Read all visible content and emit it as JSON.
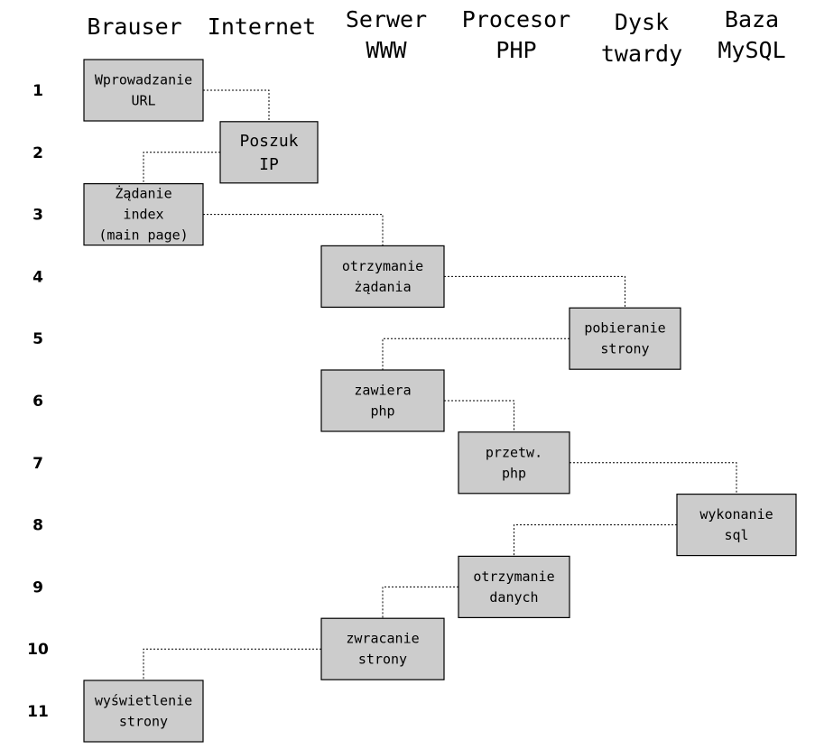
{
  "columns": [
    {
      "id": "browser",
      "label": "Brauser"
    },
    {
      "id": "internet",
      "label": "Internet"
    },
    {
      "id": "www",
      "label": "Serwer WWW",
      "lines": [
        "Serwer",
        "WWW"
      ]
    },
    {
      "id": "php",
      "label": "Procesor PHP",
      "lines": [
        "Procesor",
        "PHP"
      ]
    },
    {
      "id": "disk",
      "label": "Dysk twardy",
      "lines": [
        "Dysk",
        "twardy"
      ]
    },
    {
      "id": "mysql",
      "label": "Baza MySQL",
      "lines": [
        "Baza",
        "MySQL"
      ]
    }
  ],
  "rows": [
    "1",
    "2",
    "3",
    "4",
    "5",
    "6",
    "7",
    "8",
    "9",
    "10",
    "11"
  ],
  "steps": [
    {
      "row": "1",
      "column": "browser",
      "lines": [
        "Wprowadzanie",
        "URL"
      ]
    },
    {
      "row": "2",
      "column": "internet",
      "lines": [
        "Poszuk",
        "IP"
      ]
    },
    {
      "row": "3",
      "column": "browser",
      "lines": [
        "Żądanie",
        "index",
        "(main page)"
      ]
    },
    {
      "row": "4",
      "column": "www",
      "lines": [
        "otrzymanie",
        "żądania"
      ]
    },
    {
      "row": "5",
      "column": "disk",
      "lines": [
        "pobieranie",
        "strony"
      ]
    },
    {
      "row": "6",
      "column": "www",
      "lines": [
        "zawiera",
        "php"
      ]
    },
    {
      "row": "7",
      "column": "php",
      "lines": [
        "przetw.",
        "php"
      ]
    },
    {
      "row": "8",
      "column": "mysql",
      "lines": [
        "wykonanie",
        "sql"
      ]
    },
    {
      "row": "9",
      "column": "php",
      "lines": [
        "otrzymanie",
        "danych"
      ]
    },
    {
      "row": "10",
      "column": "www",
      "lines": [
        "zwracanie",
        "strony"
      ]
    },
    {
      "row": "11",
      "column": "browser",
      "lines": [
        "wyświetlenie",
        "strony"
      ]
    }
  ],
  "connections": [
    {
      "from": "1",
      "to": "2"
    },
    {
      "from": "2",
      "to": "3"
    },
    {
      "from": "3",
      "to": "4"
    },
    {
      "from": "4",
      "to": "5"
    },
    {
      "from": "5",
      "to": "6"
    },
    {
      "from": "6",
      "to": "7"
    },
    {
      "from": "7",
      "to": "8"
    },
    {
      "from": "8",
      "to": "9"
    },
    {
      "from": "9",
      "to": "10"
    },
    {
      "from": "10",
      "to": "11"
    }
  ]
}
